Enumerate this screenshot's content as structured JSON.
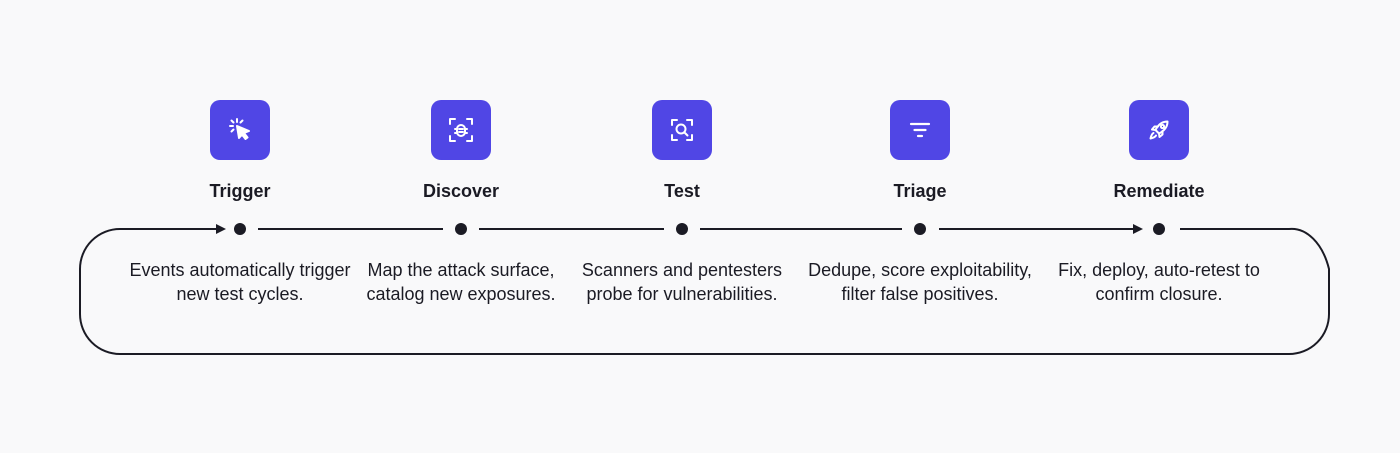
{
  "theme": {
    "accent": "#5046e5",
    "line": "#1b1b24",
    "background": "#f9f9fa"
  },
  "steps": [
    {
      "title": "Trigger",
      "icon": "cursor-click-icon",
      "description": "Events automatically trigger new test cycles."
    },
    {
      "title": "Discover",
      "icon": "bug-scan-icon",
      "description": "Map the attack surface, catalog new exposures."
    },
    {
      "title": "Test",
      "icon": "search-scan-icon",
      "description": "Scanners and pentesters probe for vulnerabilities."
    },
    {
      "title": "Triage",
      "icon": "filter-icon",
      "description": "Dedupe, score exploitability, filter false positives."
    },
    {
      "title": "Remediate",
      "icon": "rocket-icon",
      "description": "Fix, deploy, auto-retest to confirm closure."
    }
  ]
}
